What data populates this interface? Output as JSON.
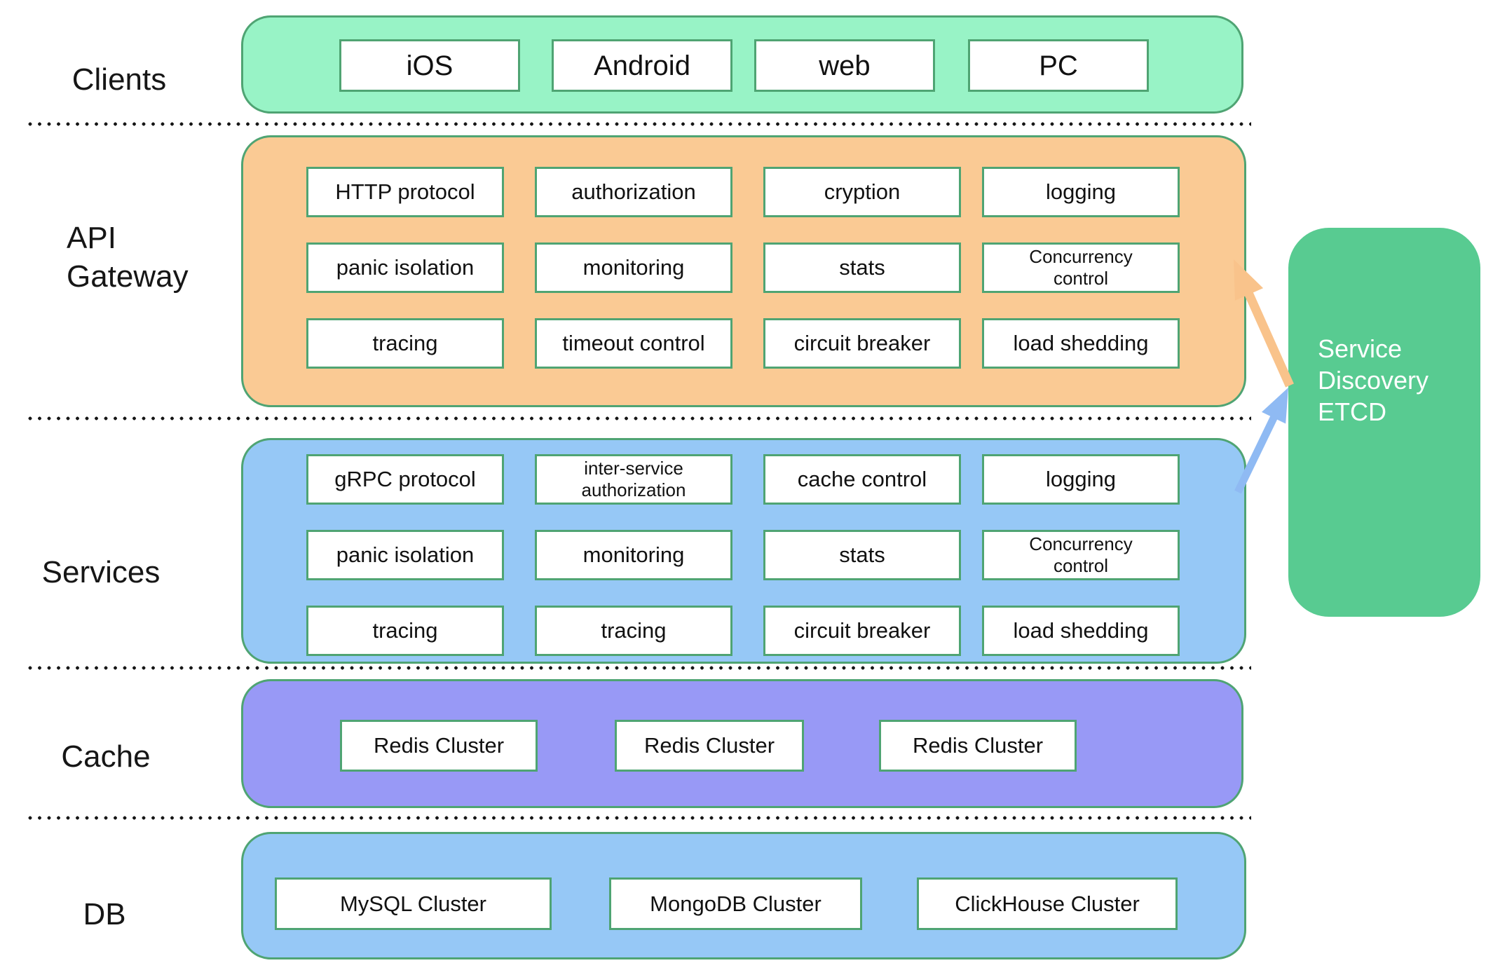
{
  "diagram": {
    "rows": [
      {
        "label": "Clients",
        "items": [
          "iOS",
          "Android",
          "web",
          "PC"
        ]
      },
      {
        "label": "API Gateway",
        "grid": [
          [
            "HTTP protocol",
            "authorization",
            "cryption",
            "logging"
          ],
          [
            "panic isolation",
            "monitoring",
            "stats",
            "Concurrency control"
          ],
          [
            "tracing",
            "timeout control",
            "circuit breaker",
            "load shedding"
          ]
        ]
      },
      {
        "label": "Services",
        "grid": [
          [
            "gRPC protocol",
            "inter-service authorization",
            "cache control",
            "logging"
          ],
          [
            "panic isolation",
            "monitoring",
            "stats",
            "Concurrency control"
          ],
          [
            "tracing",
            "tracing",
            "circuit breaker",
            "load shedding"
          ]
        ]
      },
      {
        "label": "Cache",
        "items": [
          "Redis Cluster",
          "Redis Cluster",
          "Redis Cluster"
        ]
      },
      {
        "label": "DB",
        "items": [
          "MySQL Cluster",
          "MongoDB Cluster",
          "ClickHouse Cluster"
        ]
      }
    ],
    "service_discovery": {
      "label": "Service Discovery ETCD"
    },
    "colors": {
      "clients_fill": "#98F3C6",
      "api_gateway_fill": "#FACA94",
      "services_fill": "#96C8F6",
      "cache_fill": "#9899F6",
      "db_fill": "#96C8F6",
      "etcd_fill": "#58CB91",
      "box_border_green": "#4FA473",
      "arrow_orange": "#F9C38B",
      "arrow_blue": "#8FBAF3",
      "dot_line": "#161616"
    }
  }
}
